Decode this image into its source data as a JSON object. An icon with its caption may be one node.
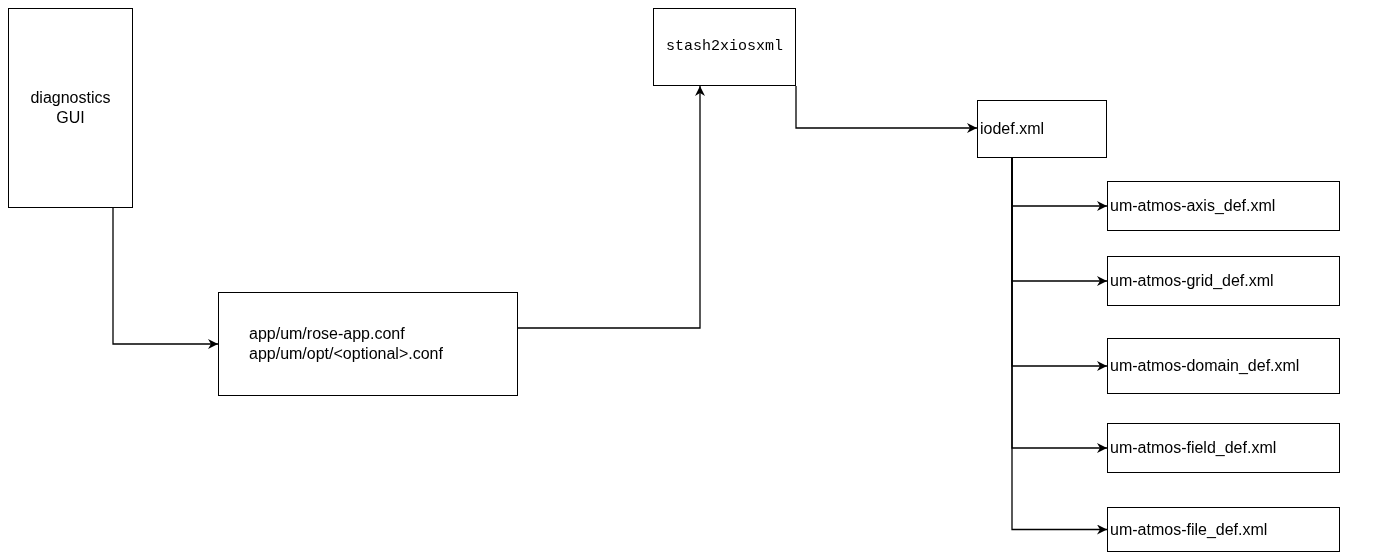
{
  "diagram": {
    "nodes": [
      {
        "text": [
          "diagnostics GUI"
        ]
      },
      {
        "text": [
          "app/um/rose-app.conf app/um/opt/<optional>.conf"
        ]
      },
      {
        "text": [
          "stash2xiosxml"
        ]
      },
      {
        "text": [
          "iodef.xml"
        ]
      },
      {
        "text": [
          "um-atmos-axis_def.xml"
        ]
      },
      {
        "text": [
          "um-atmos-grid_def.xml"
        ]
      },
      {
        "text": [
          "um-atmos-domain_def.xml"
        ]
      },
      {
        "text": [
          "um-atmos-field_def.xml"
        ]
      },
      {
        "text": [
          "um-atmos-file_def.xml"
        ]
      }
    ],
    "edges": [
      {
        "from": 0,
        "to": 1,
        "arrow": "to"
      },
      {
        "from": 1,
        "to": 2,
        "arrow": "to"
      },
      {
        "from": 2,
        "to": 3,
        "arrow": "to"
      },
      {
        "from": 3,
        "to": 4,
        "arrow": "to"
      },
      {
        "from": 3,
        "to": 5,
        "arrow": "to"
      },
      {
        "from": 3,
        "to": 6,
        "arrow": "to"
      },
      {
        "from": 3,
        "to": 7,
        "arrow": "to"
      },
      {
        "from": 3,
        "to": 8,
        "arrow": "to"
      }
    ]
  }
}
